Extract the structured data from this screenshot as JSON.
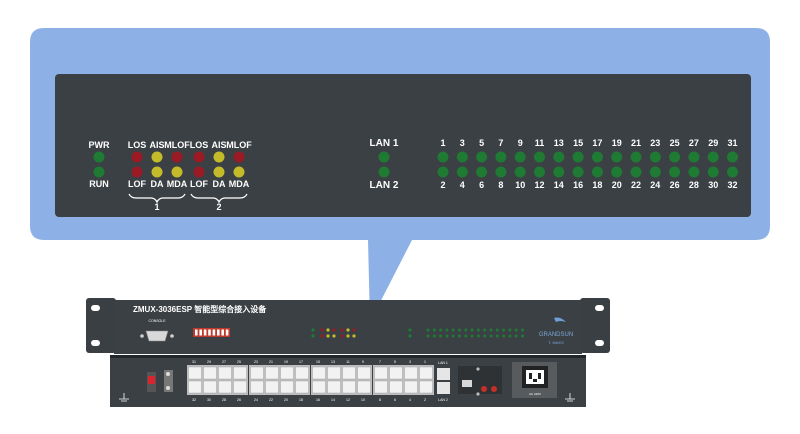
{
  "callout": {
    "status_leds": {
      "pwr": "PWR",
      "run": "RUN"
    },
    "e1_groups": [
      {
        "id": "1",
        "top": [
          "LOS",
          "AIS",
          "MLOF"
        ],
        "bottom": [
          "LOF",
          "DA",
          "MDA"
        ]
      },
      {
        "id": "2",
        "top": [
          "LOS",
          "AIS",
          "MLOF"
        ],
        "bottom": [
          "LOF",
          "DA",
          "MDA"
        ]
      }
    ],
    "lan": {
      "lan1": "LAN 1",
      "lan2": "LAN 2"
    },
    "ports_odd": [
      "1",
      "3",
      "5",
      "7",
      "9",
      "11",
      "13",
      "15",
      "17",
      "19",
      "21",
      "23",
      "25",
      "27",
      "29",
      "31"
    ],
    "ports_even": [
      "2",
      "4",
      "6",
      "8",
      "10",
      "12",
      "14",
      "16",
      "18",
      "20",
      "22",
      "24",
      "26",
      "28",
      "30",
      "32"
    ]
  },
  "device": {
    "model": "ZMUX-3036ESP",
    "name_cn": "智能型综合接入设备",
    "console_label": "CONSOLE",
    "brand": "GRANDSUN",
    "brand_sub": "T. MAKS",
    "rear_top_numbers": [
      "31",
      "29",
      "27",
      "25",
      "23",
      "21",
      "19",
      "17",
      "15",
      "13",
      "11",
      "9",
      "7",
      "5",
      "3",
      "1"
    ],
    "rear_bottom_numbers": [
      "32",
      "30",
      "28",
      "26",
      "24",
      "22",
      "20",
      "18",
      "16",
      "14",
      "12",
      "10",
      "8",
      "6",
      "4",
      "2"
    ],
    "lan1": "LAN 1",
    "lan2": "LAN 2",
    "power_label": "AC 220V"
  },
  "colors": {
    "callout_bg": "#8db1e6",
    "panel": "#3b4044",
    "led_green": "#1f7a33",
    "led_red": "#9a1b25",
    "led_yellow": "#c3bb2a"
  }
}
